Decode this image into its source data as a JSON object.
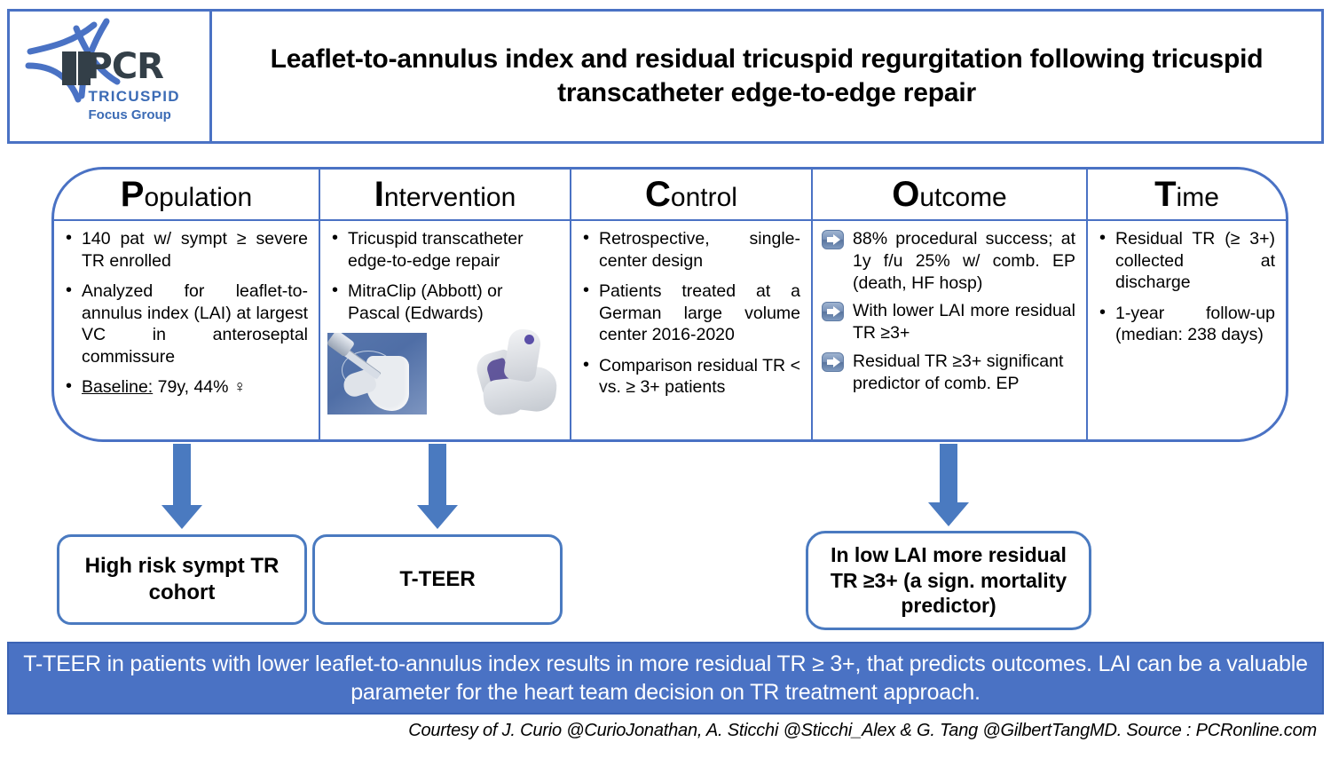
{
  "header": {
    "logo": {
      "brand": "PCR",
      "line1": "TRICUSPID",
      "line2": "Focus Group"
    },
    "title": "Leaflet-to-annulus index and residual tricuspid regurgitation following tricuspid transcatheter edge-to-edge repair"
  },
  "picot": {
    "columns": [
      {
        "key": "population",
        "cap": "P",
        "rest": "opulation",
        "bullets": [
          "140 pat w/ sympt ≥ severe TR enrolled",
          "Analyzed for leaflet-to-annulus index (LAI) at largest VC in anteroseptal commissure"
        ],
        "baseline_label": "Baseline:",
        "baseline_value": " 79y, 44% ♀"
      },
      {
        "key": "intervention",
        "cap": "I",
        "rest": "ntervention",
        "bullets": [
          "Tricuspid transcatheter edge-to-edge repair",
          "MitraClip (Abbott) or Pascal (Edwards)"
        ],
        "images": [
          "mitraclip-device-photo",
          "pascal-device-photo"
        ]
      },
      {
        "key": "control",
        "cap": "C",
        "rest": "ontrol",
        "bullets": [
          "Retrospective, single-center design",
          "Patients treated at a German large volume center 2016-2020",
          "Comparison residual TR < vs. ≥ 3+ patients"
        ]
      },
      {
        "key": "outcome",
        "cap": "O",
        "rest": "utcome",
        "bullets": [
          "88% procedural success; at 1y f/u 25% w/ comb. EP (death, HF hosp)",
          "With lower LAI more residual TR ≥3+",
          "Residual TR ≥3+ significant predictor of comb. EP"
        ]
      },
      {
        "key": "time",
        "cap": "T",
        "rest": "ime",
        "bullets": [
          "Residual TR (≥ 3+) collected at discharge",
          "1-year follow-up (median: 238 days)"
        ]
      }
    ]
  },
  "results": {
    "cohort": "High risk sympt TR cohort",
    "tteer": "T-TEER",
    "lai": "In low LAI more residual TR ≥3+ (a sign. mortality predictor)"
  },
  "banner": {
    "text": "T-TEER in patients with lower leaflet-to-annulus index results in more residual TR ≥ 3+, that predicts outcomes. LAI can be a valuable parameter for the heart team decision on TR treatment approach."
  },
  "credit": {
    "text": "Courtesy of J. Curio @CurioJonathan, A. Sticchi  @Sticchi_Alex & G. Tang @GilbertTangMD. Source : PCRonline.com"
  },
  "colors": {
    "brand_blue": "#4a72c4",
    "border_blue": "#4a7ac0",
    "logo_dark": "#333f48",
    "logo_blue": "#3b6bb5",
    "banner_bg": "#4a72c4"
  }
}
